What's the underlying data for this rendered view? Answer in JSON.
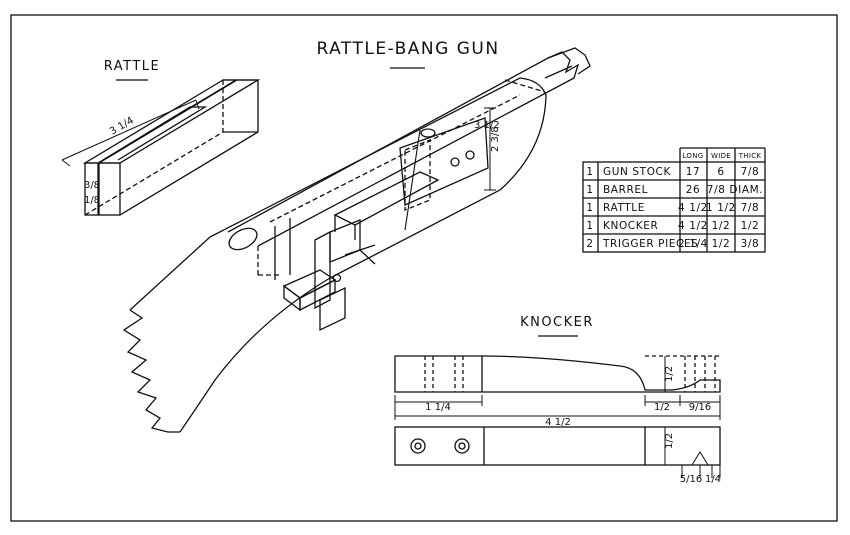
{
  "title": "RATTLE-BANG GUN",
  "labels": {
    "rattle": "RATTLE",
    "knocker": "KNOCKER"
  },
  "table": {
    "headers": [
      "LONG",
      "WIDE",
      "THICK"
    ],
    "rows": [
      {
        "qty": "1",
        "name": "GUN STOCK",
        "long": "17",
        "wide": "6",
        "thick": "7/8"
      },
      {
        "qty": "1",
        "name": "BARREL",
        "long": "26",
        "wide": "7/8 DIAM.",
        "thick": ""
      },
      {
        "qty": "1",
        "name": "RATTLE",
        "long": "4 1/2",
        "wide": "1 1/2",
        "thick": "7/8"
      },
      {
        "qty": "1",
        "name": "KNOCKER",
        "long": "4 1/2",
        "wide": "1/2",
        "thick": "1/2"
      },
      {
        "qty": "2",
        "name": "TRIGGER PIECES",
        "long": "2 1/4",
        "wide": "1/2",
        "thick": "3/8"
      }
    ]
  },
  "dims": {
    "rattle_len": "3 1/4",
    "rattle_w1": "3/8",
    "rattle_w2": "1/8",
    "stock_a": "3 1/2",
    "stock_b": "2 3/8",
    "kn_total": "4 1/2",
    "kn_a": "1 1/4",
    "kn_b": "1/2",
    "kn_c": "9/16",
    "kn_h1": "1/2",
    "kn_h2": "1/2",
    "kn_d": "5/16",
    "kn_e": "1/4"
  }
}
